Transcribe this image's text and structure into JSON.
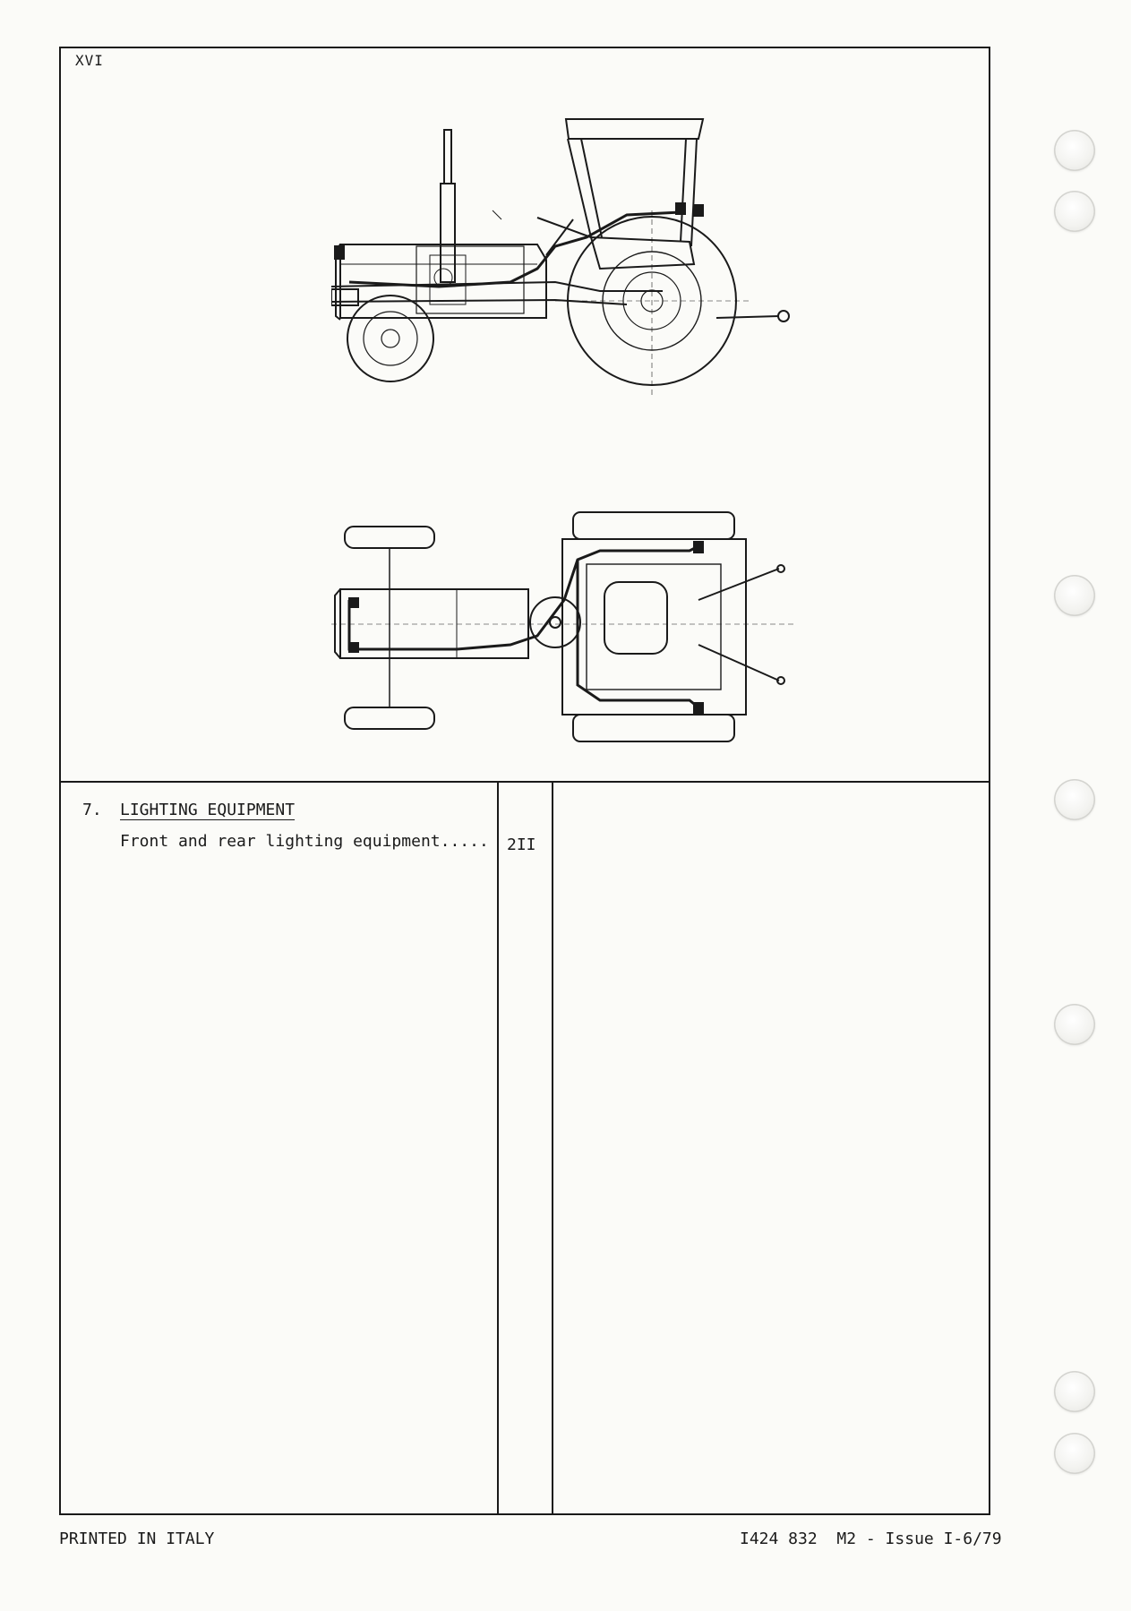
{
  "page": {
    "page_number": "XVI"
  },
  "section": {
    "number": "7.",
    "title": "LIGHTING EQUIPMENT",
    "entries": [
      {
        "text": "Front and rear lighting equipment.....",
        "page": "2II"
      }
    ]
  },
  "footer": {
    "left": "PRINTED IN ITALY",
    "right": "I424 832  M2 - Issue I-6/79"
  },
  "figures": {
    "side_view": "tractor-side-view-drawing",
    "top_view": "tractor-top-view-drawing"
  },
  "colors": {
    "paper": "#fbfbf8",
    "ink": "#1a1a1a"
  }
}
